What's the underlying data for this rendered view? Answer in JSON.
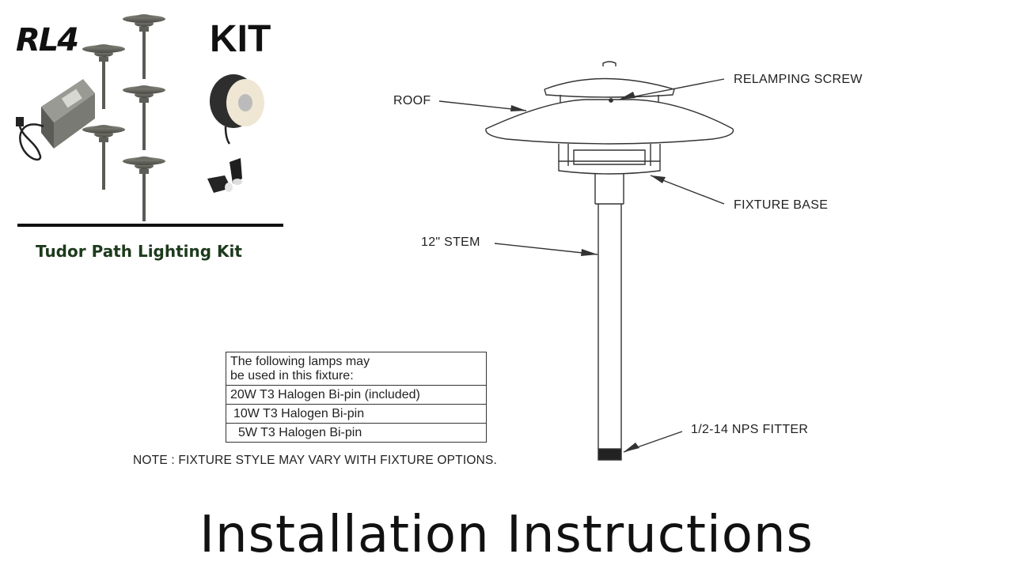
{
  "kit": {
    "logo": "RL4",
    "title": "KIT",
    "name": "Tudor Path Lighting Kit"
  },
  "diagram": {
    "callouts": {
      "roof": "ROOF",
      "relamping_screw": "RELAMPING SCREW",
      "fixture_base": "FIXTURE BASE",
      "stem": "12\" STEM",
      "fitter": "1/2-14 NPS FITTER"
    }
  },
  "lamp_table": {
    "rows": [
      "The following lamps may",
      "be used in this fixture:",
      "20W T3 Halogen Bi-pin (included)",
      "10W T3 Halogen Bi-pin",
      "5W T3 Halogen Bi-pin"
    ]
  },
  "note": "NOTE : FIXTURE STYLE MAY VARY WITH FIXTURE OPTIONS.",
  "main_title": "Installation Instructions",
  "colors": {
    "kit_name": "#1d3a1d",
    "line": "#333333",
    "fixture_bronze": "#5a5a55"
  }
}
